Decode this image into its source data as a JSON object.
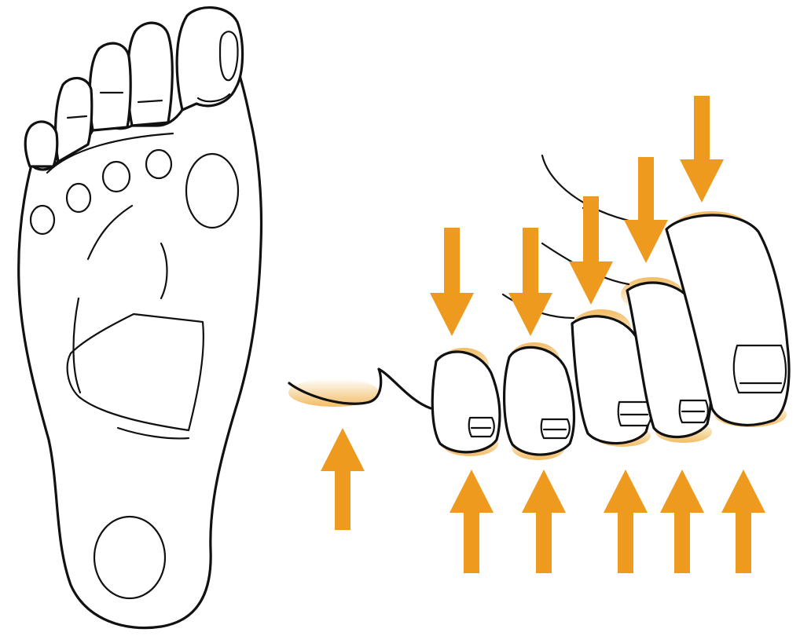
{
  "colors": {
    "accent": "#EE9A1E",
    "hatch_fill": "#E8A32B",
    "ink": "#111111",
    "background": "#FFFFFF"
  },
  "figure": {
    "left_panel": "foot-sole-pressure-points",
    "right_panel": "toes-side-view-pressure-arrows",
    "pressure_areas": [
      "big-toe-tip",
      "metatarsal-head-1",
      "metatarsal-head-2",
      "metatarsal-head-3",
      "metatarsal-head-4",
      "metatarsal-head-5",
      "midfoot-lateral",
      "heel"
    ],
    "arrows_down_count": 5,
    "arrows_up_count": 6
  }
}
